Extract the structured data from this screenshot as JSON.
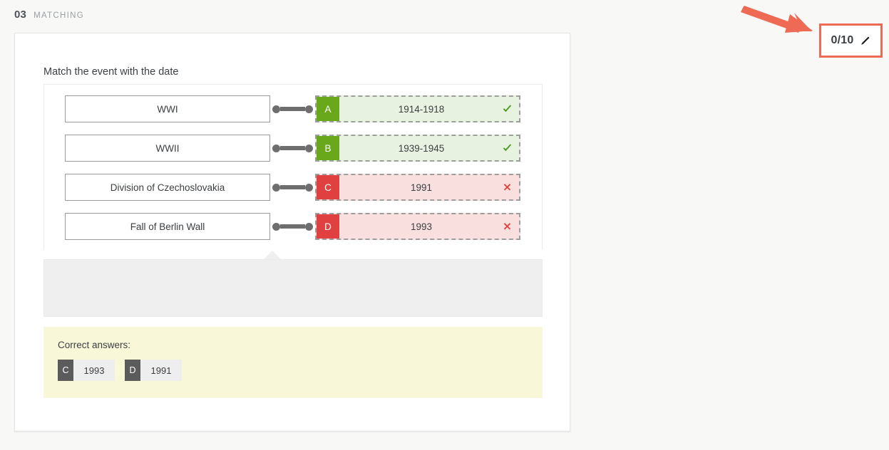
{
  "header": {
    "number": "03",
    "type_label": "MATCHING"
  },
  "score": {
    "value": "0/10",
    "edit_icon": "pencil-icon"
  },
  "annotation": {
    "color": "#ef6a54",
    "arrow_icon": "arrow-icon"
  },
  "question": {
    "prompt": "Match the event with the date",
    "rows": [
      {
        "term": "WWI",
        "letter": "A",
        "answer": "1914-1918",
        "state": "correct",
        "verdict_icon": "check-icon"
      },
      {
        "term": "WWII",
        "letter": "B",
        "answer": "1939-1945",
        "state": "correct",
        "verdict_icon": "check-icon"
      },
      {
        "term": "Division of Czechoslovakia",
        "letter": "C",
        "answer": "1991",
        "state": "wrong",
        "verdict_icon": "cross-icon"
      },
      {
        "term": "Fall of Berlin Wall",
        "letter": "D",
        "answer": "1993",
        "state": "wrong",
        "verdict_icon": "cross-icon"
      }
    ]
  },
  "correct_answers": {
    "title": "Correct answers:",
    "items": [
      {
        "letter": "C",
        "value": "1993"
      },
      {
        "letter": "D",
        "value": "1991"
      }
    ]
  },
  "colors": {
    "correct_green": "#6aa81b",
    "wrong_red": "#e0403f",
    "annotation_coral": "#ef6a54",
    "panel_yellow": "#f8f8d8"
  }
}
